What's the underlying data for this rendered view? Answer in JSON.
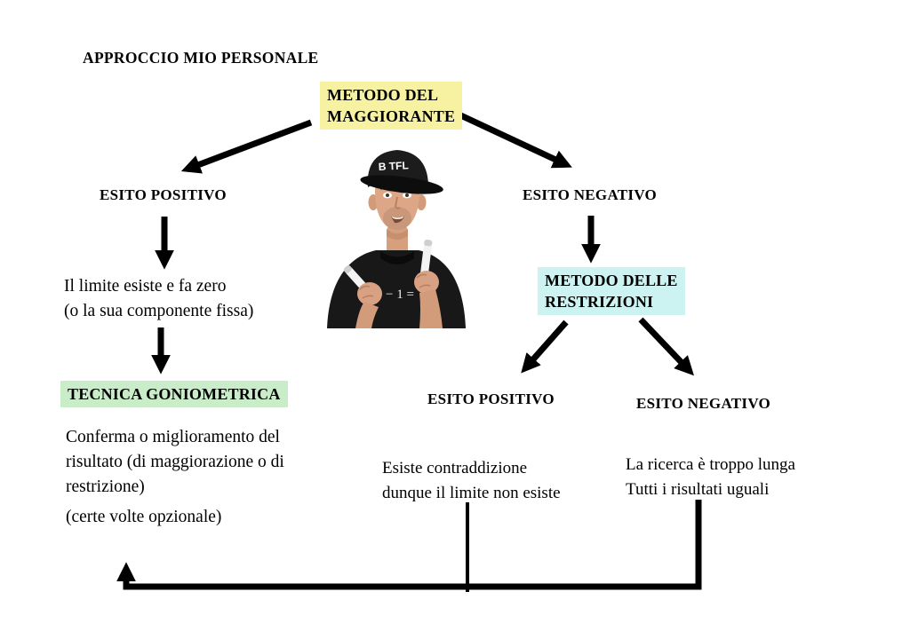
{
  "title": "APPROCCIO MIO PERSONALE",
  "colors": {
    "highlight_yellow": "#f7f2a2",
    "highlight_green": "#c9edc9",
    "highlight_cyan": "#cdf2f2",
    "ink": "#000000"
  },
  "diagram": {
    "root": {
      "line1": "METODO DEL",
      "line2": "MAGGIORANTE"
    },
    "left_branch": {
      "outcome": "ESITO POSITIVO",
      "result_line1": "Il limite esiste e fa zero",
      "result_line2": "(o la sua componente fissa)",
      "technique": "TECNICA GONIOMETRICA",
      "note_line1": "Conferma o miglioramento del",
      "note_line2": "risultato (di maggiorazione o di",
      "note_line3": "restrizione)",
      "optional_note": "(certe volte opzionale)"
    },
    "right_branch": {
      "outcome": "ESITO NEGATIVO",
      "method_line1": "METODO DELLE",
      "method_line2": "RESTRIZIONI",
      "sub_positive": {
        "label": "ESITO POSITIVO",
        "line1": "Esiste contraddizione",
        "line2": "dunque il limite non esiste"
      },
      "sub_negative": {
        "label": "ESITO NEGATIVO",
        "line1": "La ricerca è troppo lunga",
        "line2": "Tutti i risultati uguali"
      }
    }
  },
  "photo": {
    "cap_text": "B TFL",
    "shirt_text": "− 1 ="
  }
}
